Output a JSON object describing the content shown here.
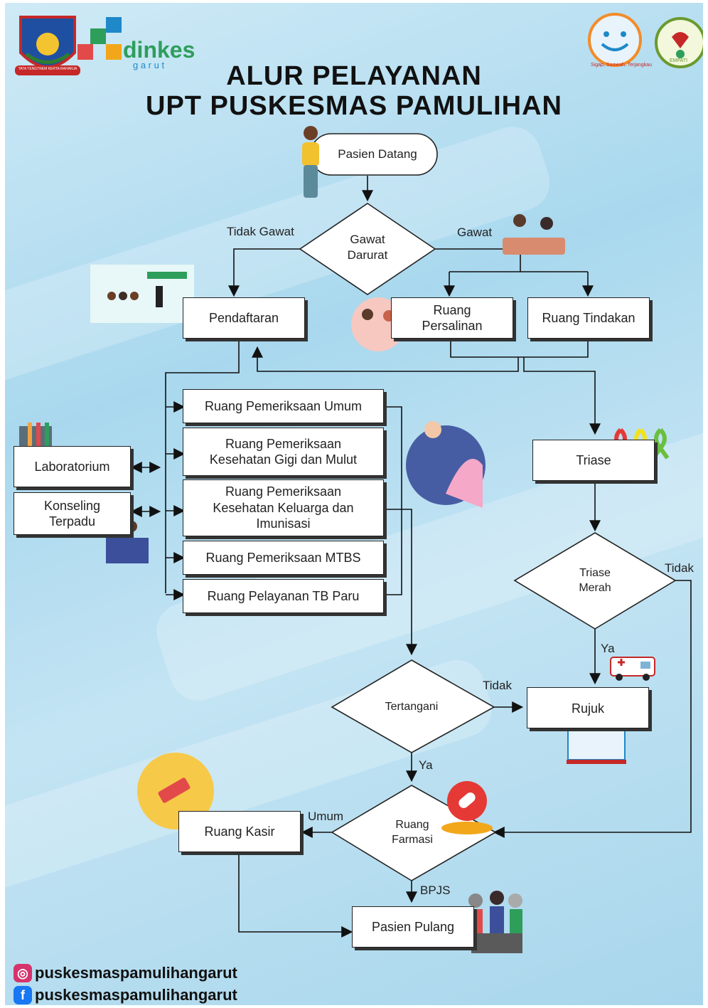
{
  "title": {
    "line1": "ALUR PELAYANAN",
    "line2": "UPT PUSKESMAS PAMULIHAN"
  },
  "logos": {
    "dinkes_main": "dinkes",
    "dinkes_sub": "g a r u t",
    "seal_text": "TATA TENGTREM KERTA RAHARJA",
    "empati_text": "EMPATI",
    "slogan": "Sigap, Someah, Terjangkau"
  },
  "nodes": {
    "pasien_datang": "Pasien Datang",
    "gawat_darurat": "Gawat\nDarurat",
    "pendaftaran": "Pendaftaran",
    "ruang_persalinan": "Ruang\nPersalinan",
    "ruang_tindakan": "Ruang Tindakan",
    "ruang_umum": "Ruang Pemeriksaan Umum",
    "ruang_gigi": "Ruang Pemeriksaan\nKesehatan Gigi dan Mulut",
    "ruang_keluarga": "Ruang Pemeriksaan\nKesehatan Keluarga dan\nImunisasi",
    "ruang_mtbs": "Ruang Pemeriksaan MTBS",
    "ruang_tb": "Ruang Pelayanan TB Paru",
    "laboratorium": "Laboratorium",
    "konseling": "Konseling\nTerpadu",
    "triase": "Triase",
    "triase_merah": "Triase\nMerah",
    "tertangani": "Tertangani",
    "rujuk": "Rujuk",
    "ruang_kasir": "Ruang Kasir",
    "ruang_farmasi": "Ruang\nFarmasi",
    "pasien_pulang": "Pasien Pulang"
  },
  "edge_labels": {
    "tidak_gawat": "Tidak Gawat",
    "gawat": "Gawat",
    "tidak_triase": "Tidak",
    "ya_triase": "Ya",
    "tidak_tertangani": "Tidak",
    "ya_tertangani": "Ya",
    "umum": "Umum",
    "bpjs": "BPJS"
  },
  "social": {
    "instagram": "puskesmaspamulihangarut",
    "facebook": "puskesmaspamulihangarut"
  },
  "colors": {
    "bg": "#a9d8ee",
    "instagram": "#d6336c",
    "facebook": "#1877f2"
  }
}
